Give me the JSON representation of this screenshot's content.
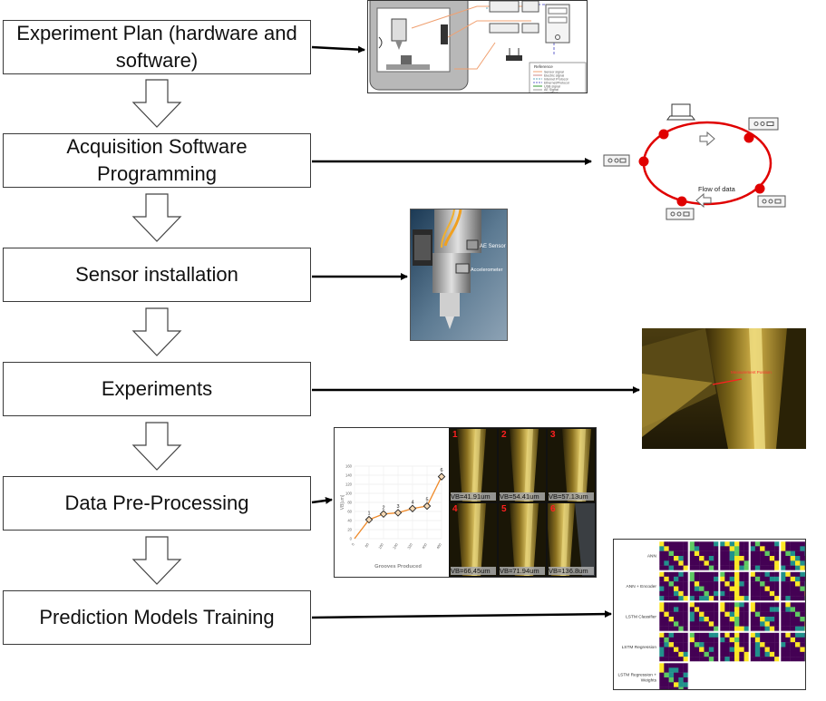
{
  "steps": [
    {
      "label": "Experiment Plan (hardware and software)"
    },
    {
      "label": "Acquisition Software Programming"
    },
    {
      "label": "Sensor installation"
    },
    {
      "label": "Experiments"
    },
    {
      "label": "Data Pre-Processing"
    },
    {
      "label": "Prediction Models Training"
    }
  ],
  "hardware_panel": {
    "legend_title": "Reference",
    "legend_items": [
      "Sensor signal",
      "Electric signal",
      "Internet Protocol",
      "Ethernet/Protocol",
      "USB signal",
      "AE Signal",
      "amplifiers"
    ]
  },
  "network_panel": {
    "flow_label": "Flow of data"
  },
  "sensor_panel": {
    "ae_label": "AE Sensor",
    "acc_label": "Accelerometer"
  },
  "wear_panel": {
    "measure_label": "Measurement Position"
  },
  "preprocessing": {
    "chart_data": {
      "type": "line",
      "xlabel": "Grooves Produced",
      "ylabel": "VB[um]",
      "ylim": [
        0,
        160
      ],
      "yticks": [
        "0",
        "20",
        "40",
        "60",
        "80",
        "100",
        "120",
        "140",
        "160"
      ],
      "xticks": [
        "0",
        "80",
        "160",
        "240",
        "320",
        "400",
        "480"
      ],
      "x": [
        0,
        80,
        160,
        240,
        320,
        400,
        480
      ],
      "y": [
        0,
        41.91,
        54.41,
        57.13,
        66.45,
        71.94,
        136.8
      ],
      "point_labels": [
        "",
        "1",
        "2",
        "3",
        "4",
        "5",
        "6"
      ]
    },
    "micrographs": [
      {
        "num": "1",
        "caption": "VB=41.91um"
      },
      {
        "num": "2",
        "caption": "VB=54.41um"
      },
      {
        "num": "3",
        "caption": "VB=57.13um"
      },
      {
        "num": "4",
        "caption": "VB=66,45um"
      },
      {
        "num": "5",
        "caption": "VB=71.94um"
      },
      {
        "num": "6",
        "caption": "VB=136.8um"
      }
    ]
  },
  "models_panel": {
    "row_labels": [
      "ANN",
      "ANN + Encoder",
      "LSTM Classifier",
      "LSTM Regression",
      "LSTM Regression + Weights"
    ]
  },
  "colors": {
    "dark_purple": "#440154",
    "teal": "#21918c",
    "green": "#5ec962",
    "yellow": "#fde725",
    "ring_red": "#e00000"
  }
}
